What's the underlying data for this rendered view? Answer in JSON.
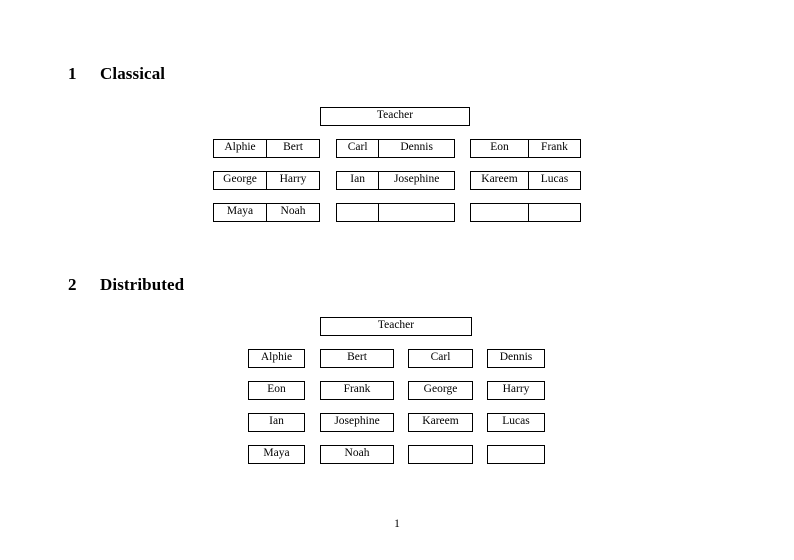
{
  "document": {
    "page_number": "1"
  },
  "sections": [
    {
      "number": "1",
      "title": "Classical",
      "root": {
        "label": "Teacher"
      },
      "groups": [
        {
          "cells": [
            "Alphie",
            "Bert"
          ]
        },
        {
          "cells": [
            "Carl",
            "Dennis"
          ]
        },
        {
          "cells": [
            "Eon",
            "Frank"
          ]
        },
        {
          "cells": [
            "George",
            "Harry"
          ]
        },
        {
          "cells": [
            "Ian",
            "Josephine"
          ]
        },
        {
          "cells": [
            "Kareem",
            "Lucas"
          ]
        },
        {
          "cells": [
            "Maya",
            "Noah"
          ]
        },
        {
          "cells": [
            "",
            ""
          ]
        },
        {
          "cells": [
            "",
            ""
          ]
        }
      ]
    },
    {
      "number": "2",
      "title": "Distributed",
      "root": {
        "label": "Teacher"
      },
      "nodes": [
        "Alphie",
        "Bert",
        "Carl",
        "Dennis",
        "Eon",
        "Frank",
        "George",
        "Harry",
        "Ian",
        "Josephine",
        "Kareem",
        "Lucas",
        "Maya",
        "Noah",
        "",
        ""
      ]
    }
  ],
  "colors": {
    "page_background": "#ffffff",
    "text": "#000000",
    "box_border": "#000000"
  }
}
